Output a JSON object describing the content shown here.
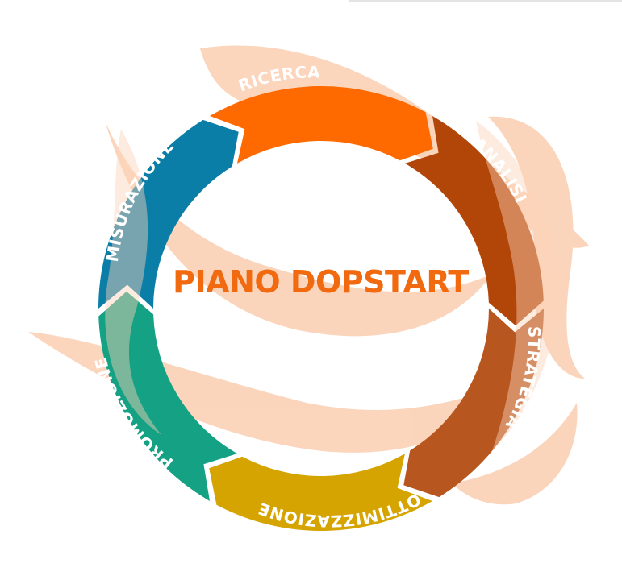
{
  "diagram": {
    "center_title": "PIANO DOPSTART",
    "stages": [
      {
        "label": "RICERCA",
        "color": "#ff6a00"
      },
      {
        "label": "ANALISI",
        "color": "#b24508"
      },
      {
        "label": "STRATEGIA",
        "color": "#b8561f"
      },
      {
        "label": "OTTIMIZZAZIONE",
        "color": "#d6a400"
      },
      {
        "label": "PROMOZIONE",
        "color": "#14a184"
      },
      {
        "label": "MISURAZIONE",
        "color": "#0b7ea7"
      }
    ],
    "background_swoosh_color": "#fbd3b8"
  }
}
